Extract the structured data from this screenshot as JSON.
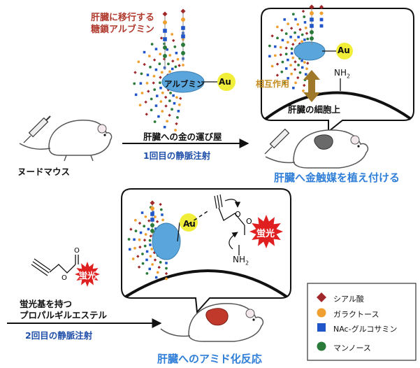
{
  "top": {
    "label_line1": "肝臓に移行する",
    "label_line2": "糖鎖アルブミン",
    "albumin": "アルブミン",
    "au": "Au",
    "mouse_label": "ヌードマウス",
    "arrow_label1": "肝臓への金の運び屋",
    "arrow_label2": "1回目の静脈注射",
    "interaction": "相互作用",
    "nh2": "NH",
    "nh2_sub": "2",
    "liver_cell": "肝臓の細胞上",
    "result": "肝臓へ金触媒を植え付ける"
  },
  "bottom": {
    "au": "Au",
    "fluor": "蛍光",
    "fluor_small": "蛍光",
    "nh2": "NH",
    "nh2_sub": "2",
    "reagent_line1": "蛍光基を持つ",
    "reagent_line2": "プロパルギルエステル",
    "arrow_label": "2回目の静脈注射",
    "result": "肝臓へのアミド化反応"
  },
  "legend": [
    {
      "label": "シアル酸",
      "color": "#a0282a",
      "shape": "diamond"
    },
    {
      "label": "ガラクトース",
      "color": "#f0a030",
      "shape": "circle"
    },
    {
      "label": "NAc-グルコサミン",
      "color": "#1f55c8",
      "shape": "square"
    },
    {
      "label": "マンノース",
      "color": "#2a7a3a",
      "shape": "circle"
    }
  ],
  "colors": {
    "albumin": "#5aa6dc",
    "gold": "#f1ee3a",
    "burst": "#e02020",
    "liver": "#c0392b",
    "arrow_gold": "#a0782a"
  }
}
